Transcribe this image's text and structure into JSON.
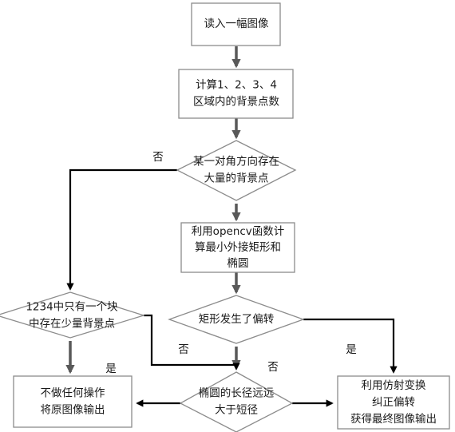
{
  "nodes": {
    "read_image": {
      "lines": [
        "读入一幅图像"
      ]
    },
    "count_bg": {
      "lines": [
        "计算1、2、3、4",
        "区域内的背景点数"
      ]
    },
    "diag_check": {
      "lines": [
        "某一对角方向存在",
        "大量的背景点"
      ]
    },
    "opencv_calc": {
      "lines": [
        "利用opencv函数计",
        "算最小外接矩形和",
        "椭圆"
      ]
    },
    "single_block": {
      "lines": [
        "1234中只有一个块",
        "中存在少量背景点"
      ]
    },
    "rect_tilt": {
      "lines": [
        "矩形发生了偏转"
      ]
    },
    "no_op": {
      "lines": [
        "不做任何操作",
        "将原图像输出"
      ]
    },
    "ellipse_axis": {
      "lines": [
        "椭圆的长径远远",
        "大于短径"
      ]
    },
    "affine": {
      "lines": [
        "利用仿射变换",
        "纠正偏转",
        "获得最终图像输出"
      ]
    }
  },
  "edge_labels": {
    "diag_no": "否",
    "block_yes": "是",
    "rect_no": "否",
    "rect_yes": "是",
    "block_no": "否"
  }
}
